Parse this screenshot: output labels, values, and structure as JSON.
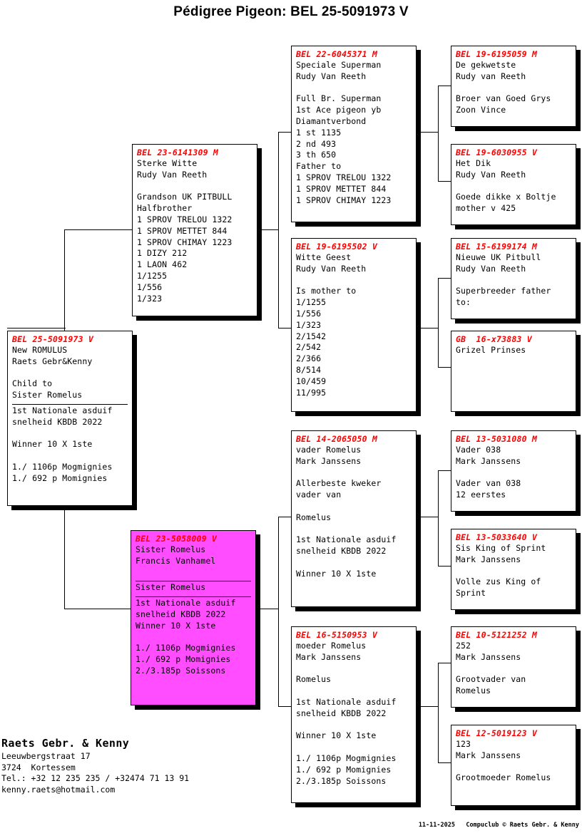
{
  "title": "Pédigree Pigeon: BEL 25-5091973 V",
  "colors": {
    "ring_red": "#FF0000",
    "dam_highlight": "#FF4DFF",
    "box_border": "#000000",
    "page_background": "#FFFFFF"
  },
  "subject": {
    "ring": "BEL 25-5091973 V",
    "lines": [
      {
        "text": "New ROMULUS"
      },
      {
        "text": "Raets Gebr&Kenny"
      },
      {
        "text": ""
      },
      {
        "text": "Child to"
      },
      {
        "text": "Sister Romelus"
      },
      {
        "text": "1st Nationale asduif",
        "rule": true
      },
      {
        "text": "snelheid KBDB 2022"
      },
      {
        "text": ""
      },
      {
        "text": "Winner 10 X 1ste"
      },
      {
        "text": ""
      },
      {
        "text": "1./ 1106p Mogmignies"
      },
      {
        "text": "1./ 692 p Momignies"
      }
    ]
  },
  "sire": {
    "ring": "BEL 23-6141309 M",
    "lines": [
      {
        "text": "Sterke Witte"
      },
      {
        "text": "Rudy Van Reeth"
      },
      {
        "text": ""
      },
      {
        "text": "Grandson UK PITBULL"
      },
      {
        "text": "Halfbrother"
      },
      {
        "text": "1 SPROV TRELOU 1322"
      },
      {
        "text": "1 SPROV METTET 844"
      },
      {
        "text": "1 SPROV CHIMAY 1223"
      },
      {
        "text": "1 DIZY 212"
      },
      {
        "text": "1 LAON 462"
      },
      {
        "text": "1/1255"
      },
      {
        "text": "1/556"
      },
      {
        "text": "1/323"
      }
    ]
  },
  "dam": {
    "ring": "BEL 23-5058009 V",
    "highlight": true,
    "lines": [
      {
        "text": "Sister Romelus"
      },
      {
        "text": "Francis Vanhamel"
      },
      {
        "text": ""
      },
      {
        "text": "Sister Romelus",
        "rule": true
      },
      {
        "text": "1st Nationale asduif",
        "rule": true
      },
      {
        "text": "snelheid KBDB 2022"
      },
      {
        "text": "Winner 10 X 1ste"
      },
      {
        "text": ""
      },
      {
        "text": "1./ 1106p Mogmignies"
      },
      {
        "text": "1./ 692 p Momignies"
      },
      {
        "text": "2./3.185p Soissons"
      }
    ]
  },
  "grandparents": [
    {
      "ring": "BEL 22-6045371 M",
      "lines": [
        {
          "text": "Speciale Superman"
        },
        {
          "text": "Rudy Van Reeth"
        },
        {
          "text": ""
        },
        {
          "text": "Full Br. Superman"
        },
        {
          "text": "1st Ace pigeon yb"
        },
        {
          "text": "Diamantverbond"
        },
        {
          "text": "1 st 1135"
        },
        {
          "text": "2 nd 493"
        },
        {
          "text": "3 th 650"
        },
        {
          "text": "Father to"
        },
        {
          "text": "1 SPROV TRELOU 1322"
        },
        {
          "text": "1 SPROV METTET 844"
        },
        {
          "text": "1 SPROV CHIMAY 1223"
        }
      ]
    },
    {
      "ring": "BEL 19-6195502 V",
      "lines": [
        {
          "text": "Witte Geest"
        },
        {
          "text": "Rudy Van Reeth"
        },
        {
          "text": ""
        },
        {
          "text": "Is mother to"
        },
        {
          "text": "1/1255"
        },
        {
          "text": "1/556"
        },
        {
          "text": "1/323"
        },
        {
          "text": "2/1542"
        },
        {
          "text": "2/542"
        },
        {
          "text": "2/366"
        },
        {
          "text": "8/514"
        },
        {
          "text": "10/459"
        },
        {
          "text": "11/995"
        }
      ]
    },
    {
      "ring": "BEL 14-2065050 M",
      "lines": [
        {
          "text": "vader Romelus"
        },
        {
          "text": "Mark Janssens"
        },
        {
          "text": ""
        },
        {
          "text": "Allerbeste kweker"
        },
        {
          "text": "vader van"
        },
        {
          "text": ""
        },
        {
          "text": "Romelus"
        },
        {
          "text": ""
        },
        {
          "text": "1st Nationale asduif"
        },
        {
          "text": "snelheid KBDB 2022"
        },
        {
          "text": ""
        },
        {
          "text": "Winner 10 X 1ste"
        }
      ]
    },
    {
      "ring": "BEL 16-5150953 V",
      "lines": [
        {
          "text": "moeder Romelus"
        },
        {
          "text": "Mark Janssens"
        },
        {
          "text": ""
        },
        {
          "text": "Romelus"
        },
        {
          "text": ""
        },
        {
          "text": "1st Nationale asduif"
        },
        {
          "text": "snelheid KBDB 2022"
        },
        {
          "text": ""
        },
        {
          "text": "Winner 10 X 1ste"
        },
        {
          "text": ""
        },
        {
          "text": "1./ 1106p Mogmignies"
        },
        {
          "text": "1./ 692 p Momignies"
        },
        {
          "text": "2./3.185p Soissons"
        }
      ]
    }
  ],
  "greatgrandparents": [
    {
      "ring": "BEL 19-6195059 M",
      "lines": [
        {
          "text": "De gekwetste"
        },
        {
          "text": "Rudy van Reeth"
        },
        {
          "text": ""
        },
        {
          "text": "Broer van Goed Grys"
        },
        {
          "text": "Zoon Vince"
        }
      ]
    },
    {
      "ring": "BEL 19-6030955 V",
      "lines": [
        {
          "text": "Het Dik"
        },
        {
          "text": "Rudy Van Reeth"
        },
        {
          "text": ""
        },
        {
          "text": "Goede dikke x Boltje"
        },
        {
          "text": "mother v 425"
        }
      ]
    },
    {
      "ring": "BEL 15-6199174 M",
      "lines": [
        {
          "text": "Nieuwe UK Pitbull"
        },
        {
          "text": "Rudy Van Reeth"
        },
        {
          "text": ""
        },
        {
          "text": "Superbreeder father"
        },
        {
          "text": "to:"
        }
      ]
    },
    {
      "ring": "GB  16-x73883 V",
      "lines": [
        {
          "text": "Grizel Prinses"
        }
      ]
    },
    {
      "ring": "BEL 13-5031080 M",
      "lines": [
        {
          "text": "Vader 038"
        },
        {
          "text": "Mark Janssens"
        },
        {
          "text": ""
        },
        {
          "text": "Vader van 038"
        },
        {
          "text": "12 eerstes"
        }
      ]
    },
    {
      "ring": "BEL 13-5033640 V",
      "lines": [
        {
          "text": "Sis King of Sprint"
        },
        {
          "text": "Mark Janssens"
        },
        {
          "text": ""
        },
        {
          "text": "Volle zus King of"
        },
        {
          "text": "Sprint"
        }
      ]
    },
    {
      "ring": "BEL 10-5121252 M",
      "lines": [
        {
          "text": "252"
        },
        {
          "text": "Mark Janssens"
        },
        {
          "text": ""
        },
        {
          "text": "Grootvader van"
        },
        {
          "text": "Romelus"
        }
      ]
    },
    {
      "ring": "BEL 12-5019123 V",
      "lines": [
        {
          "text": "123"
        },
        {
          "text": "Mark Janssens"
        },
        {
          "text": ""
        },
        {
          "text": "Grootmoeder Romelus"
        }
      ]
    }
  ],
  "breeder": {
    "name": "Raets Gebr. & Kenny",
    "address": "Leeuwbergstraat 17",
    "city": "3724  Kortessem",
    "phone": "Tel.: +32 12 235 235 / +32474 71 13 91",
    "email": "kenny.raets@hotmail.com"
  },
  "footer": {
    "date": "11-11-2025",
    "copyright": "Compuclub © Raets Gebr. & Kenny"
  }
}
